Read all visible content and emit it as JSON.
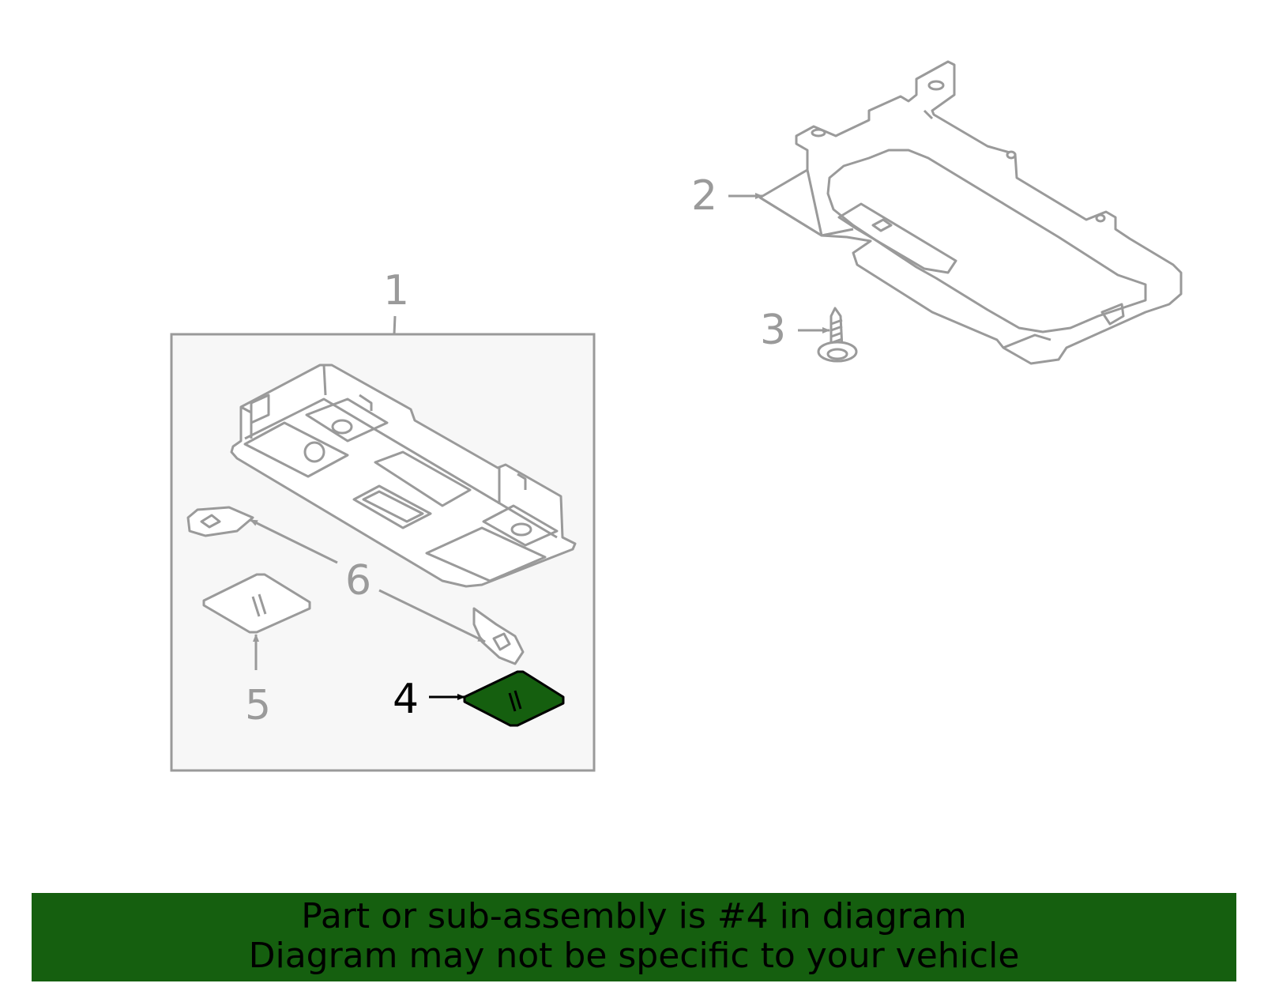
{
  "diagram": {
    "callouts": [
      {
        "id": "1",
        "label": "1"
      },
      {
        "id": "2",
        "label": "2"
      },
      {
        "id": "3",
        "label": "3"
      },
      {
        "id": "4",
        "label": "4",
        "highlighted": true
      },
      {
        "id": "5",
        "label": "5"
      },
      {
        "id": "6",
        "label": "6"
      }
    ],
    "highlight_color": "#155f0f",
    "line_color": "#9a9a9a"
  },
  "banner": {
    "line1": "Part or sub-assembly is #4 in diagram",
    "line2": "Diagram may not be specific to your vehicle",
    "background": "#155f0f"
  }
}
